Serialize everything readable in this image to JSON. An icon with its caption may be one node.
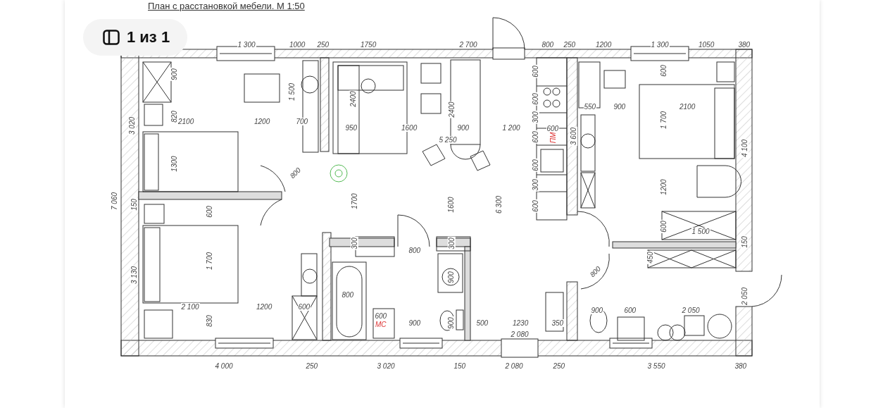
{
  "diagram": {
    "title": "План с расстановкой мебели. М 1:50",
    "labels": [
      "1 из 1",
      "1 300",
      "1000",
      "250",
      "1750",
      "2 700",
      "800",
      "250",
      "1200",
      "1 300",
      "1050",
      "380",
      "900",
      "600",
      "600",
      "1 500",
      "2400",
      "600",
      "550",
      "900",
      "2100",
      "2400",
      "820",
      "300",
      "1 700",
      "2100",
      "1200",
      "700",
      "3 020",
      "950",
      "1600",
      "900",
      "1 200",
      "600",
      "3 600",
      "600",
      "ПМ",
      "5 250",
      "4 100",
      "1300",
      "600",
      "800",
      "300",
      "1200",
      "7 060",
      "150",
      "600",
      "1700",
      "1600",
      "6 300",
      "600",
      "600",
      "1 500",
      "300",
      "300",
      "150",
      "800",
      "1 700",
      "450",
      "3 130",
      "900",
      "800",
      "800",
      "2 050",
      "2 100",
      "1200",
      "600",
      "600",
      "900",
      "600",
      "2 050",
      "830",
      "МС",
      "900",
      "900",
      "500",
      "1230",
      "350",
      "2 080",
      "4 000",
      "250",
      "3 020",
      "150",
      "2 080",
      "250",
      "3 550",
      "380"
    ]
  }
}
